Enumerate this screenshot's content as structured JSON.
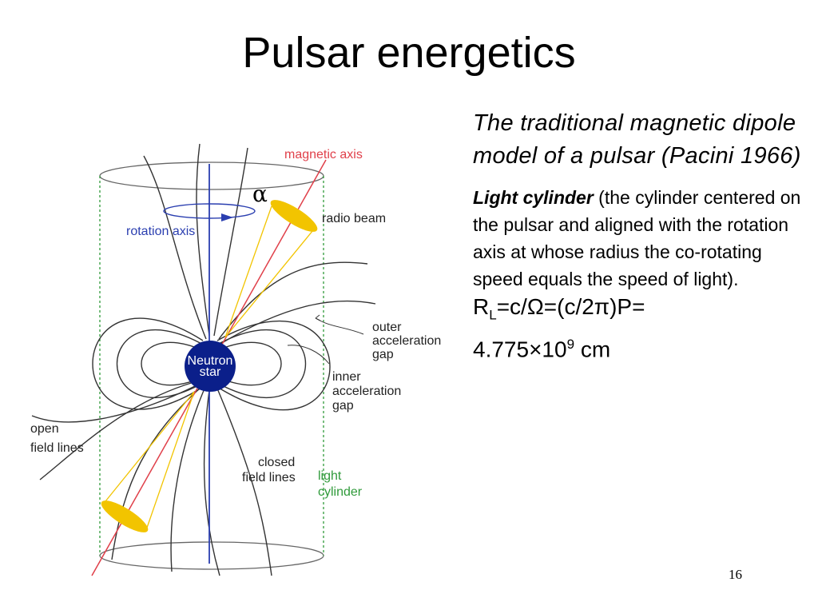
{
  "slide": {
    "title": "Pulsar energetics",
    "page_number": "16"
  },
  "text": {
    "model_description": "The traditional magnetic dipole model of a pulsar (Pacini 1966)",
    "light_cylinder_term": "Light cylinder",
    "light_cylinder_definition": " (the cylinder centered on the pulsar and aligned with the rotation axis at whose radius the co-rotating speed equals the speed of light).",
    "formula": {
      "r": "R",
      "r_sub": "L",
      "part1": "=c/Ω=(c/2π)P=",
      "part2": "4.775×10",
      "exp": "9",
      "unit": " cm"
    }
  },
  "diagram": {
    "alpha_symbol": "α",
    "labels": {
      "magnetic_axis": "magnetic axis",
      "radio_beam": "radio beam",
      "rotation_axis": "rotation axis",
      "neutron": "Neutron",
      "star": "star",
      "outer_1": "outer",
      "outer_2": "acceleration",
      "outer_3": "gap",
      "inner_1": "inner",
      "inner_2": "acceleration",
      "inner_3": "gap",
      "open_1": "open",
      "open_2": "field lines",
      "closed_1": "closed",
      "closed_2": "field lines",
      "light_1": "light",
      "light_2": "cylinder"
    },
    "colors": {
      "magnetic_axis": "#e0404a",
      "rotation_axis": "#2b3fb0",
      "light_cylinder": "#2f9a3a",
      "beam": "#f2c400",
      "star": "#0b1f8a",
      "field_lines": "#333333"
    }
  }
}
